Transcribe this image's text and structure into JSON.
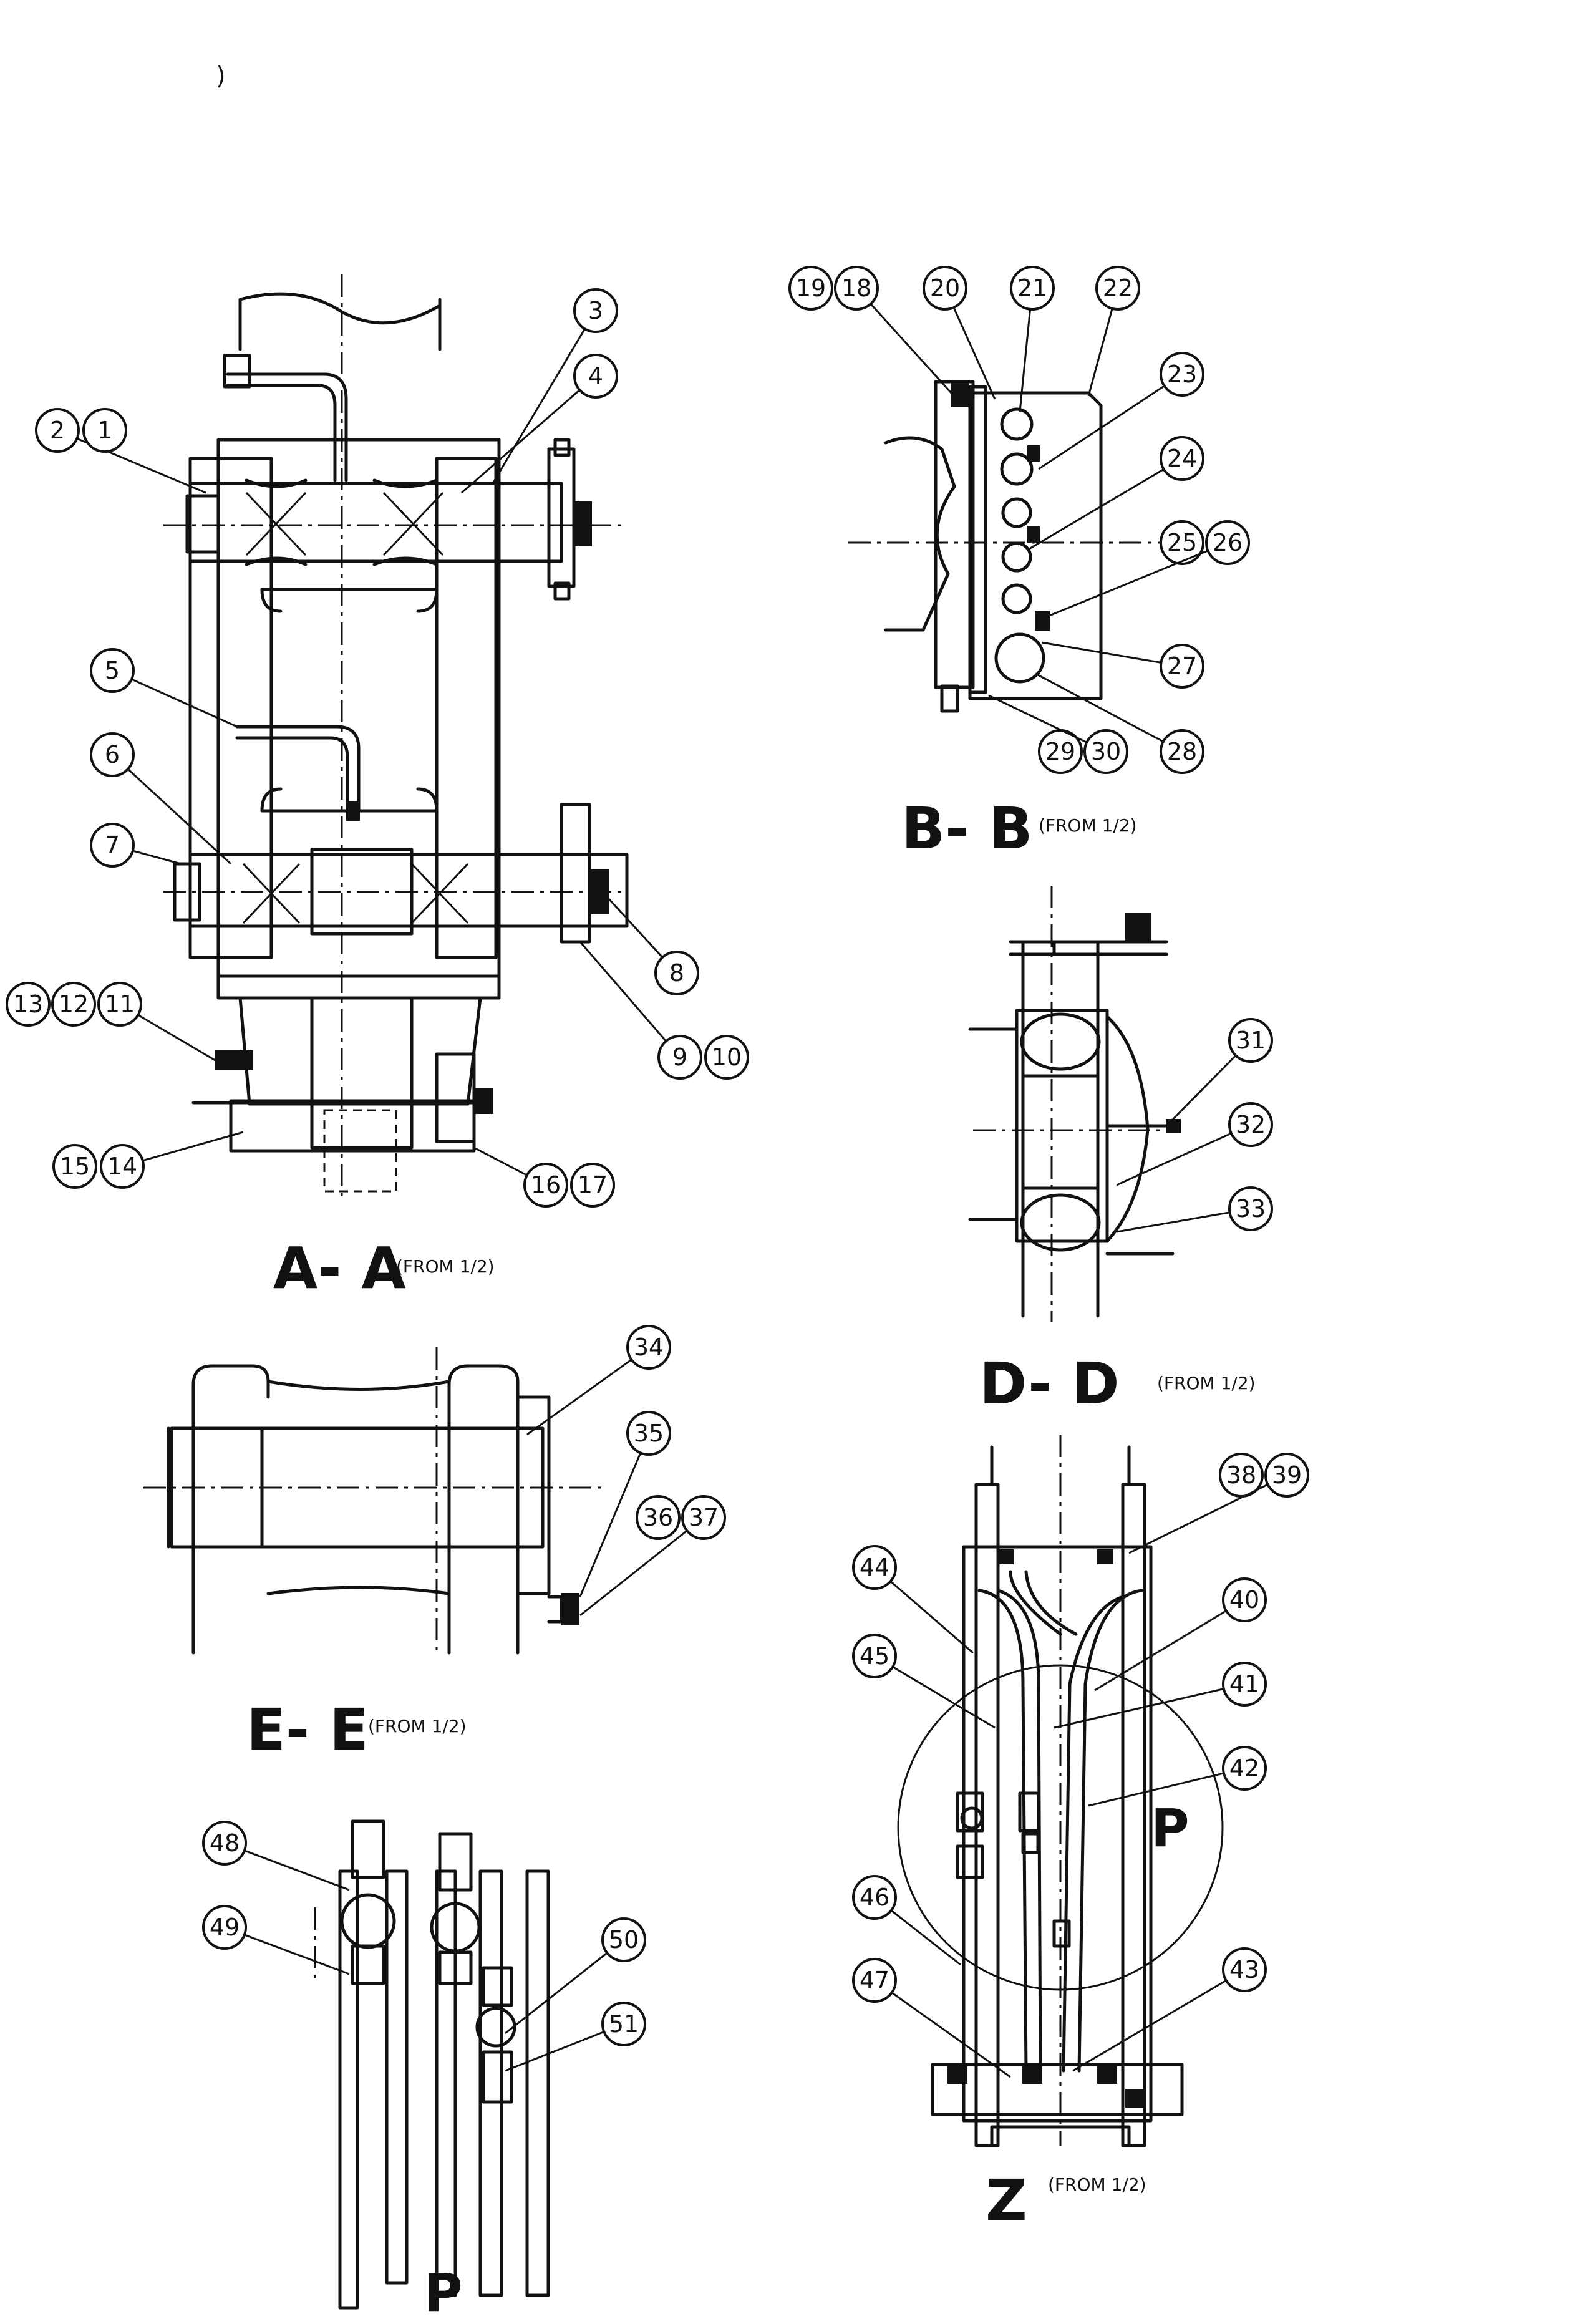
{
  "stray_mark": ")",
  "views": {
    "aa": {
      "title": "A- A",
      "subtitle": "(FROM 1/2)"
    },
    "bb": {
      "title": "B- B",
      "subtitle": "(FROM 1/2)"
    },
    "dd": {
      "title": "D- D",
      "subtitle": "(FROM 1/2)"
    },
    "ee": {
      "title": "E- E",
      "subtitle": "(FROM 1/2)"
    },
    "z": {
      "title": "Z",
      "subtitle": "(FROM 1/2)"
    },
    "p": {
      "title": "P"
    },
    "p_marker": "P"
  },
  "balloons": {
    "b1": "1",
    "b2": "2",
    "b3": "3",
    "b4": "4",
    "b5": "5",
    "b6": "6",
    "b7": "7",
    "b8": "8",
    "b9": "9",
    "b10": "10",
    "b11": "11",
    "b12": "12",
    "b13": "13",
    "b14": "14",
    "b15": "15",
    "b16": "16",
    "b17": "17",
    "b18": "18",
    "b19": "19",
    "b20": "20",
    "b21": "21",
    "b22": "22",
    "b23": "23",
    "b24": "24",
    "b25": "25",
    "b26": "26",
    "b27": "27",
    "b28": "28",
    "b29": "29",
    "b30": "30",
    "b31": "31",
    "b32": "32",
    "b33": "33",
    "b34": "34",
    "b35": "35",
    "b36": "36",
    "b37": "37",
    "b38": "38",
    "b39": "39",
    "b40": "40",
    "b41": "41",
    "b42": "42",
    "b43": "43",
    "b44": "44",
    "b45": "45",
    "b46": "46",
    "b47": "47",
    "b48": "48",
    "b49": "49",
    "b50": "50",
    "b51": "51"
  }
}
